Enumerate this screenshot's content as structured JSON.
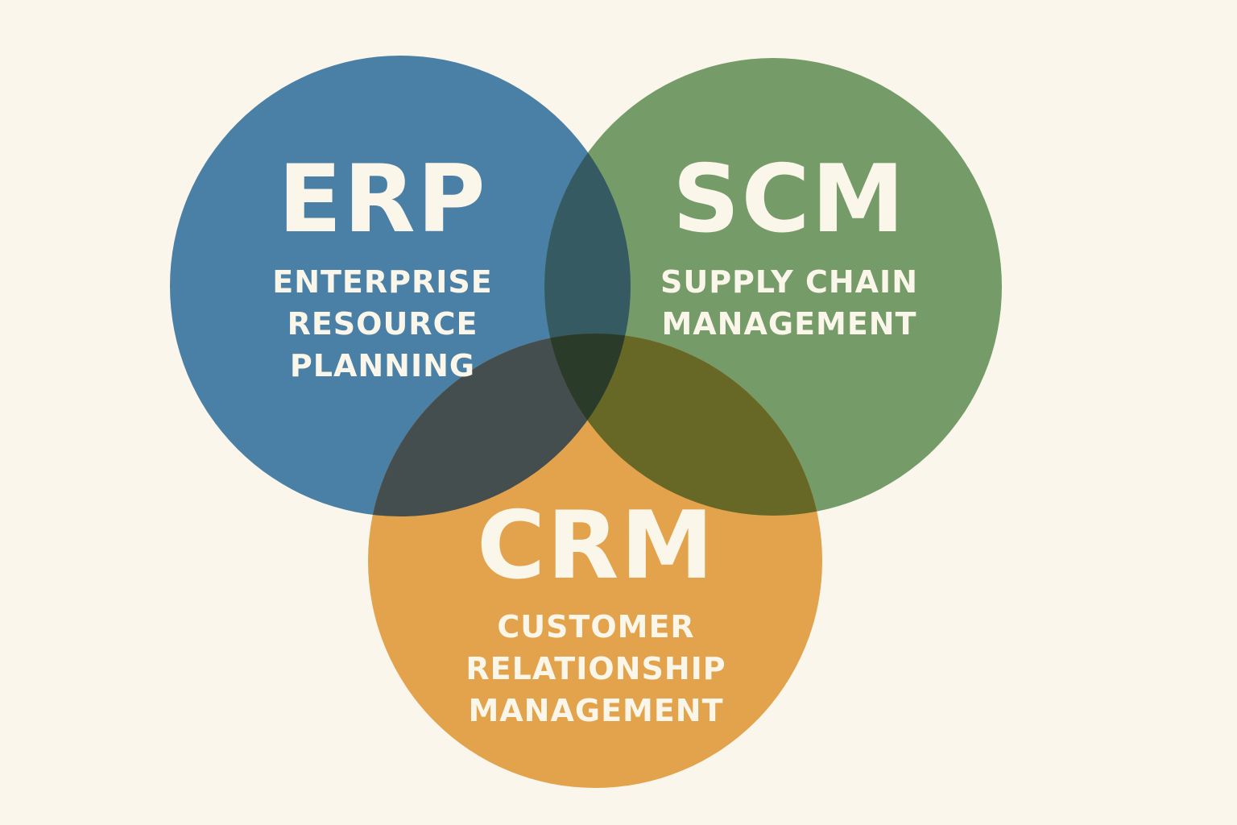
{
  "circles": [
    {
      "id": "erp",
      "abbreviation": "ERP",
      "full_name": "ENTERPRISE\nRESOURCE\nPLANNING",
      "color": "#4a7fa6"
    },
    {
      "id": "scm",
      "abbreviation": "SCM",
      "full_name": "SUPPLY CHAIN\nMANAGEMENT",
      "color": "#759b68"
    },
    {
      "id": "crm",
      "abbreviation": "CRM",
      "full_name": "CUSTOMER\nRELATIONSHIP\nMANAGEMENT",
      "color": "#e2a34c"
    }
  ],
  "overlap_colors": {
    "erp_scm": "#355a62",
    "erp_crm": "#444e4e",
    "scm_crm": "#676726",
    "center": "#2b3b2a"
  },
  "background": "#faf6ec"
}
